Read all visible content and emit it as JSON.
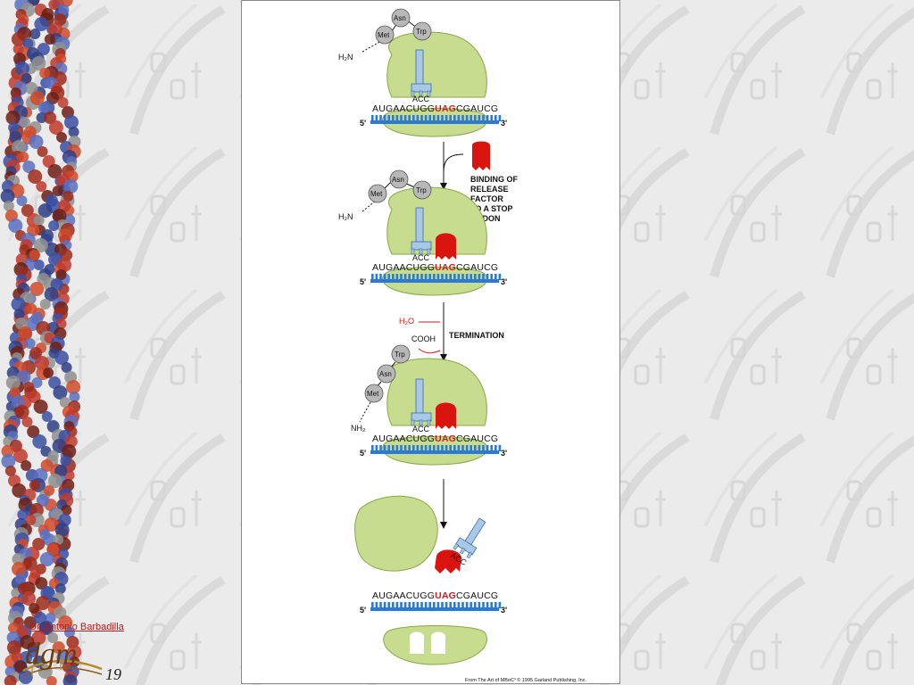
{
  "slide": {
    "author": "Dr. Antonio Barbadilla",
    "logo_text": "dgm",
    "page_number": "19"
  },
  "figure": {
    "amino_acids": [
      "Met",
      "Asn",
      "Trp"
    ],
    "amino_terminus": "H₂N",
    "amino_terminus_alt": "NH₂",
    "anticodon": "ACC",
    "mrna_prefix": "AUGAACUGG",
    "stop_codon": "UAG",
    "mrna_suffix": "CGAUCG",
    "five_prime": "5'",
    "three_prime": "3'",
    "step1_label_lines": [
      "BINDING OF",
      "RELEASE",
      "FACTOR",
      "TO A STOP",
      "CODON"
    ],
    "water": "H₂O",
    "carboxyl": "COOH",
    "step2_label": "TERMINATION",
    "credit": "From The Art of MBoC³ © 1995 Garland Publishing, Inc.",
    "colors": {
      "ribosome": "#c7dc8e",
      "ribosome_edge": "#8aa64a",
      "mrna": "#2b7bd6",
      "trna": "#a9c7e6",
      "release_factor": "#d9140f",
      "amino_acid": "#b8b8b8",
      "stop_text": "#d21b1b"
    }
  }
}
